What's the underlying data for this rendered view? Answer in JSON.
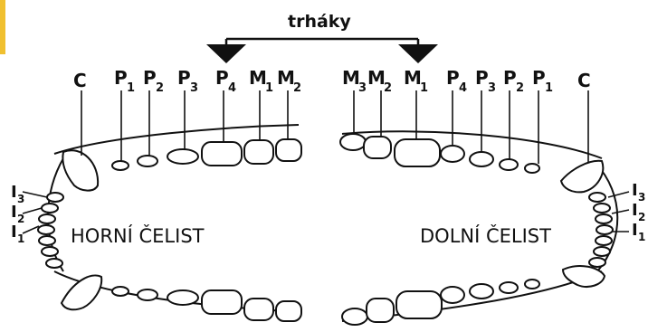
{
  "title": "trháky",
  "upper_jaw": {
    "name": "HORNÍ ČELIST",
    "teeth_top_labels": [
      {
        "base": "C",
        "sub": ""
      },
      {
        "base": "P",
        "sub": "1"
      },
      {
        "base": "P",
        "sub": "2"
      },
      {
        "base": "P",
        "sub": "3"
      },
      {
        "base": "P",
        "sub": "4"
      },
      {
        "base": "M",
        "sub": "1"
      },
      {
        "base": "M",
        "sub": "2"
      }
    ],
    "incisors": [
      {
        "base": "I",
        "sub": "3"
      },
      {
        "base": "I",
        "sub": "2"
      },
      {
        "base": "I",
        "sub": "1"
      }
    ]
  },
  "lower_jaw": {
    "name": "DOLNÍ ČELIST",
    "teeth_top_labels": [
      {
        "base": "M",
        "sub": "3"
      },
      {
        "base": "M",
        "sub": "2"
      },
      {
        "base": "M",
        "sub": "1"
      },
      {
        "base": "P",
        "sub": "4"
      },
      {
        "base": "P",
        "sub": "3"
      },
      {
        "base": "P",
        "sub": "2"
      },
      {
        "base": "P",
        "sub": "1"
      },
      {
        "base": "C",
        "sub": ""
      }
    ],
    "incisors": [
      {
        "base": "I",
        "sub": "3"
      },
      {
        "base": "I",
        "sub": "2"
      },
      {
        "base": "I",
        "sub": "1"
      }
    ]
  },
  "colors": {
    "ink": "#111111",
    "edge_tab": "#f0c030",
    "background": "#ffffff"
  }
}
